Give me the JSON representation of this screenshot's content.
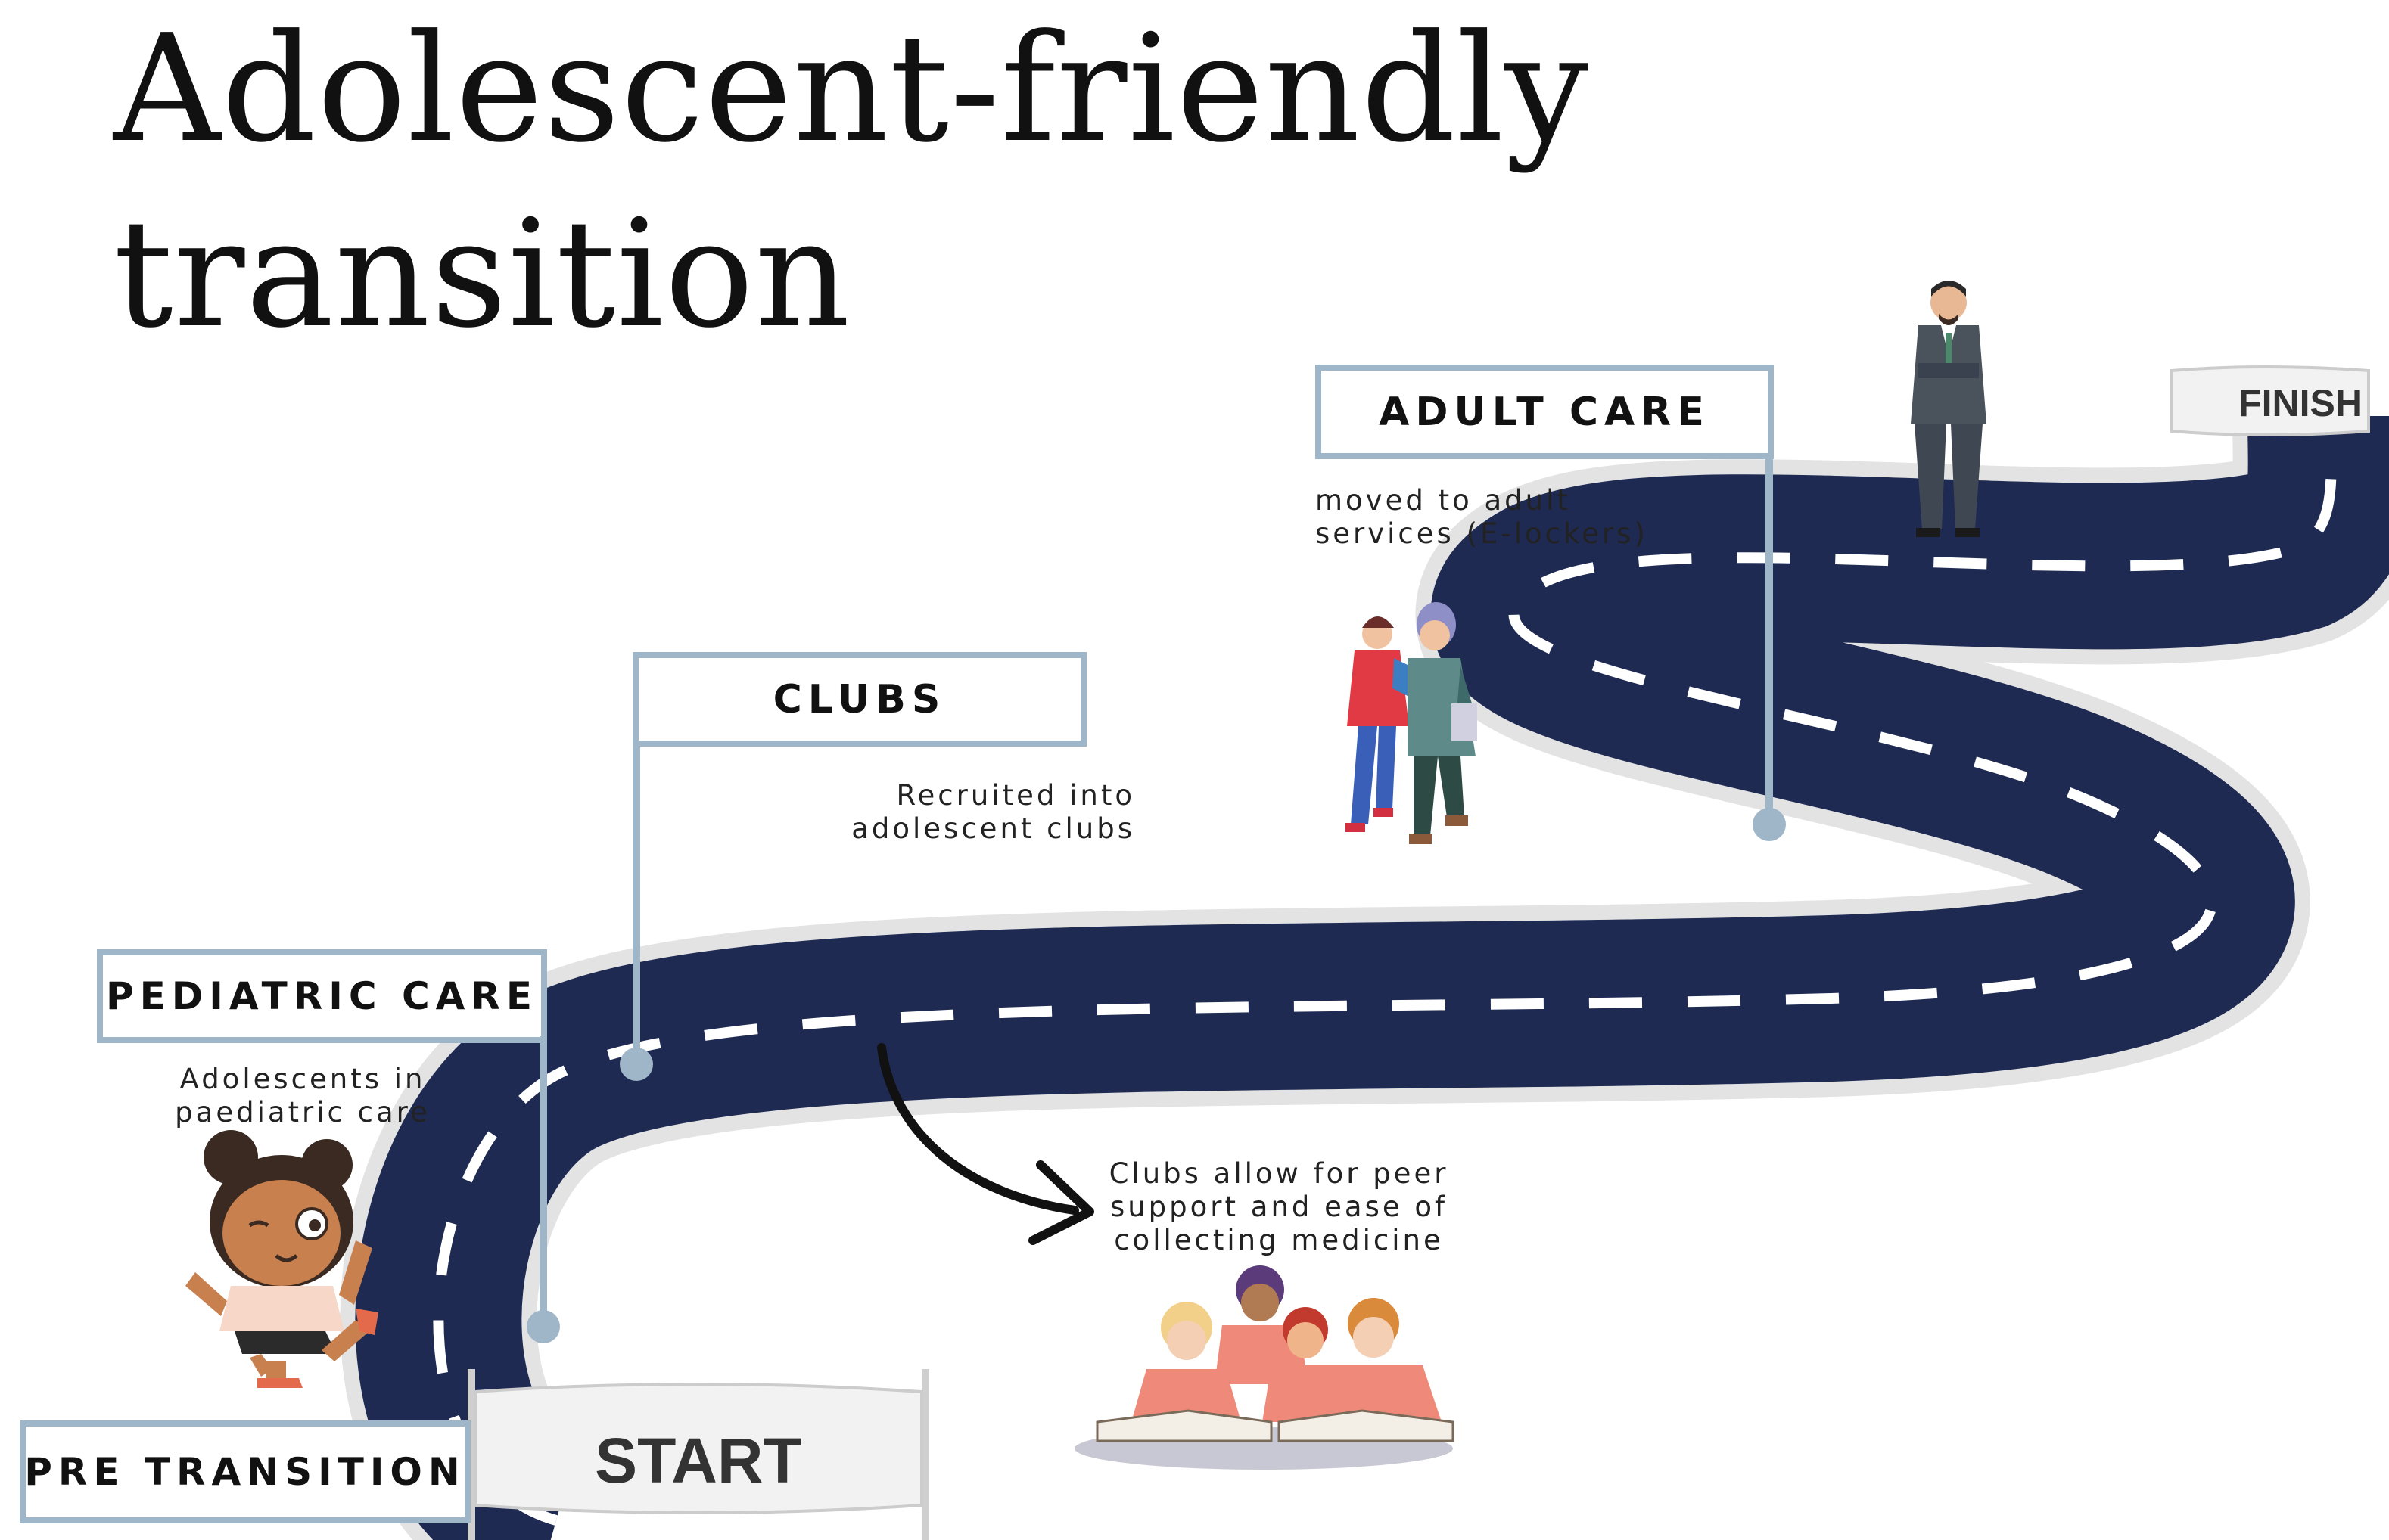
{
  "title": {
    "line1": "Adolescent-friendly",
    "line2": "transition"
  },
  "stages": {
    "pre_transition": {
      "label": "PRE TRANSITION"
    },
    "pediatric_care": {
      "label": "PEDIATRIC CARE",
      "description_line1": "Adolescents in",
      "description_line2": "paediatric care"
    },
    "clubs": {
      "label": "CLUBS",
      "description_line1": "Recruited into",
      "description_line2": "adolescent clubs"
    },
    "adult_care": {
      "label": "ADULT CARE",
      "description_line1": "moved to adult",
      "description_line2": "services (E-lockers)"
    }
  },
  "clubs_note": {
    "line1": "Clubs allow for peer",
    "line2": "support and ease of",
    "line3": "collecting medicine"
  },
  "banners": {
    "start": "START",
    "finish": "FINISH"
  },
  "colors": {
    "road": "#1e2a52",
    "road_edge": "#e6e6e6",
    "lane": "#ffffff",
    "box_border": "#9fb6c8",
    "text": "#111111"
  },
  "icons": [
    "child-icon",
    "teen-couple-icon",
    "students-reading-icon",
    "businessman-icon",
    "curved-arrow-icon"
  ]
}
